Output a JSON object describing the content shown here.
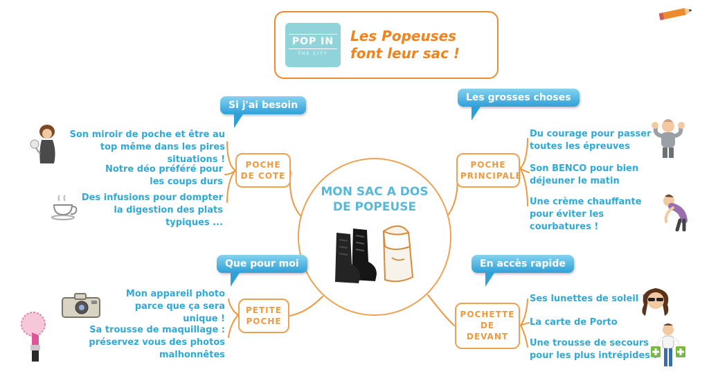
{
  "header": {
    "logo_line1": "POP IN",
    "logo_line2": "THE CITY",
    "title": "Les Popeuses font leur sac !"
  },
  "center": {
    "title": "MON SAC A DOS DE POPEUSE"
  },
  "branches": [
    {
      "bubble": "Si j'ai besoin",
      "node_lines": [
        "POCHE",
        "DE COTE"
      ],
      "items": [
        "Son miroir de poche et être au top même dans les pires situations !",
        "Notre déo préféré pour les coups durs",
        "Des infusions pour dompter la digestion des plats typiques ..."
      ]
    },
    {
      "bubble": "Les grosses choses",
      "node_lines": [
        "POCHE",
        "PRINCIPALE"
      ],
      "items": [
        "Du courage pour passer toutes les épreuves",
        "Son BENCO pour bien déjeuner le matin",
        "Une crème chauffante pour éviter les courbatures !"
      ]
    },
    {
      "bubble": "Que pour moi",
      "node_lines": [
        "PETITE",
        "POCHE"
      ],
      "items": [
        "Mon appareil photo parce que ça sera unique !",
        "Sa trousse de maquillage : préservez vous des photos malhonnêtes"
      ]
    },
    {
      "bubble": "En accès rapide",
      "node_lines": [
        "POCHETTE",
        "DE",
        "DEVANT"
      ],
      "items": [
        "Ses lunettes de soleil !",
        "La carte de Porto",
        "Une trousse de secours pour les plus intrépides !"
      ]
    }
  ],
  "icons": {
    "decorations": [
      "pencil-icon",
      "woman-mirror-illustration",
      "teacup-illustration",
      "camera-illustration",
      "lipstick-illustration",
      "pink-badge-illustration",
      "flexing-person-illustration",
      "stretching-person-illustration",
      "sunglasses-woman-illustration",
      "first-aid-person-illustration",
      "backpack-boots-illustration"
    ]
  },
  "colors": {
    "accent_orange": "#EE8A2E",
    "text_blue": "#2FA9D6",
    "bubble_gradient_top": "#85D2EE",
    "bubble_gradient_bottom": "#2FA0D8",
    "logo_teal": "#90D4DA"
  }
}
